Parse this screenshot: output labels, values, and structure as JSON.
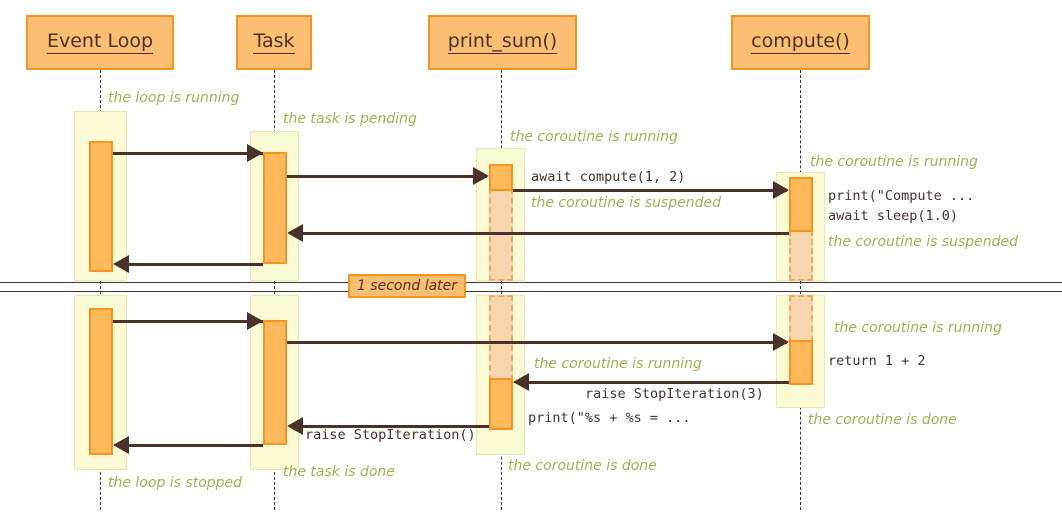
{
  "diagram": {
    "type": "sequence-diagram",
    "title": "asyncio event loop / coroutine sequence",
    "colors": {
      "participant_fill": "#FCBF72",
      "participant_border": "#F7941E",
      "band_fill": "#FAFBD4",
      "activation_fill": "#FDB95A",
      "activation_suspended_fill": "#F7D6AE",
      "line": "#4A312C",
      "note_text": "#A8AD56",
      "background": "#FFFFFF"
    }
  },
  "participants": [
    {
      "id": "event_loop",
      "label": "Event Loop"
    },
    {
      "id": "task",
      "label": "Task"
    },
    {
      "id": "print_sum",
      "label": "print_sum()"
    },
    {
      "id": "compute",
      "label": "compute()"
    }
  ],
  "messages": [
    {
      "id": "m1",
      "from": "event_loop",
      "to": "task",
      "label": "",
      "direction": "right"
    },
    {
      "id": "m2",
      "from": "task",
      "to": "print_sum",
      "label": "",
      "direction": "right"
    },
    {
      "id": "m3",
      "from": "print_sum",
      "to": "compute",
      "label": "await compute(1, 2)",
      "direction": "right"
    },
    {
      "id": "m4",
      "from": "compute",
      "to": "task",
      "label": "",
      "direction": "left"
    },
    {
      "id": "m5",
      "from": "task",
      "to": "event_loop",
      "label": "",
      "direction": "left"
    },
    {
      "id": "m6",
      "from": "event_loop",
      "to": "task",
      "label": "",
      "direction": "right"
    },
    {
      "id": "m7",
      "from": "task",
      "to": "compute",
      "label": "",
      "direction": "right"
    },
    {
      "id": "m8",
      "from": "compute",
      "to": "print_sum",
      "label": "raise StopIteration(3)",
      "direction": "left"
    },
    {
      "id": "m9",
      "from": "print_sum",
      "to": "task",
      "label": "raise StopIteration()",
      "direction": "left"
    },
    {
      "id": "m10",
      "from": "task",
      "to": "event_loop",
      "label": "",
      "direction": "left"
    }
  ],
  "code_notes": [
    {
      "id": "c1",
      "text": "print(\"Compute ..."
    },
    {
      "id": "c2",
      "text": "await sleep(1.0)"
    },
    {
      "id": "c3",
      "text": "return 1 + 2"
    },
    {
      "id": "c4",
      "text": "print(\"%s + %s = ..."
    }
  ],
  "state_notes": [
    {
      "id": "n1",
      "text": "the loop is running"
    },
    {
      "id": "n2",
      "text": "the task is pending"
    },
    {
      "id": "n3",
      "text": "the coroutine is running"
    },
    {
      "id": "n4",
      "text": "the coroutine is running"
    },
    {
      "id": "n5",
      "text": "the coroutine is suspended"
    },
    {
      "id": "n6",
      "text": "the coroutine is suspended"
    },
    {
      "id": "n7",
      "text": "the coroutine is running"
    },
    {
      "id": "n8",
      "text": "the coroutine is running"
    },
    {
      "id": "n9",
      "text": "the coroutine is done"
    },
    {
      "id": "n10",
      "text": "the coroutine is done"
    },
    {
      "id": "n11",
      "text": "the task is done"
    },
    {
      "id": "n12",
      "text": "the loop is stopped"
    }
  ],
  "delay": {
    "label": "1 second later"
  }
}
